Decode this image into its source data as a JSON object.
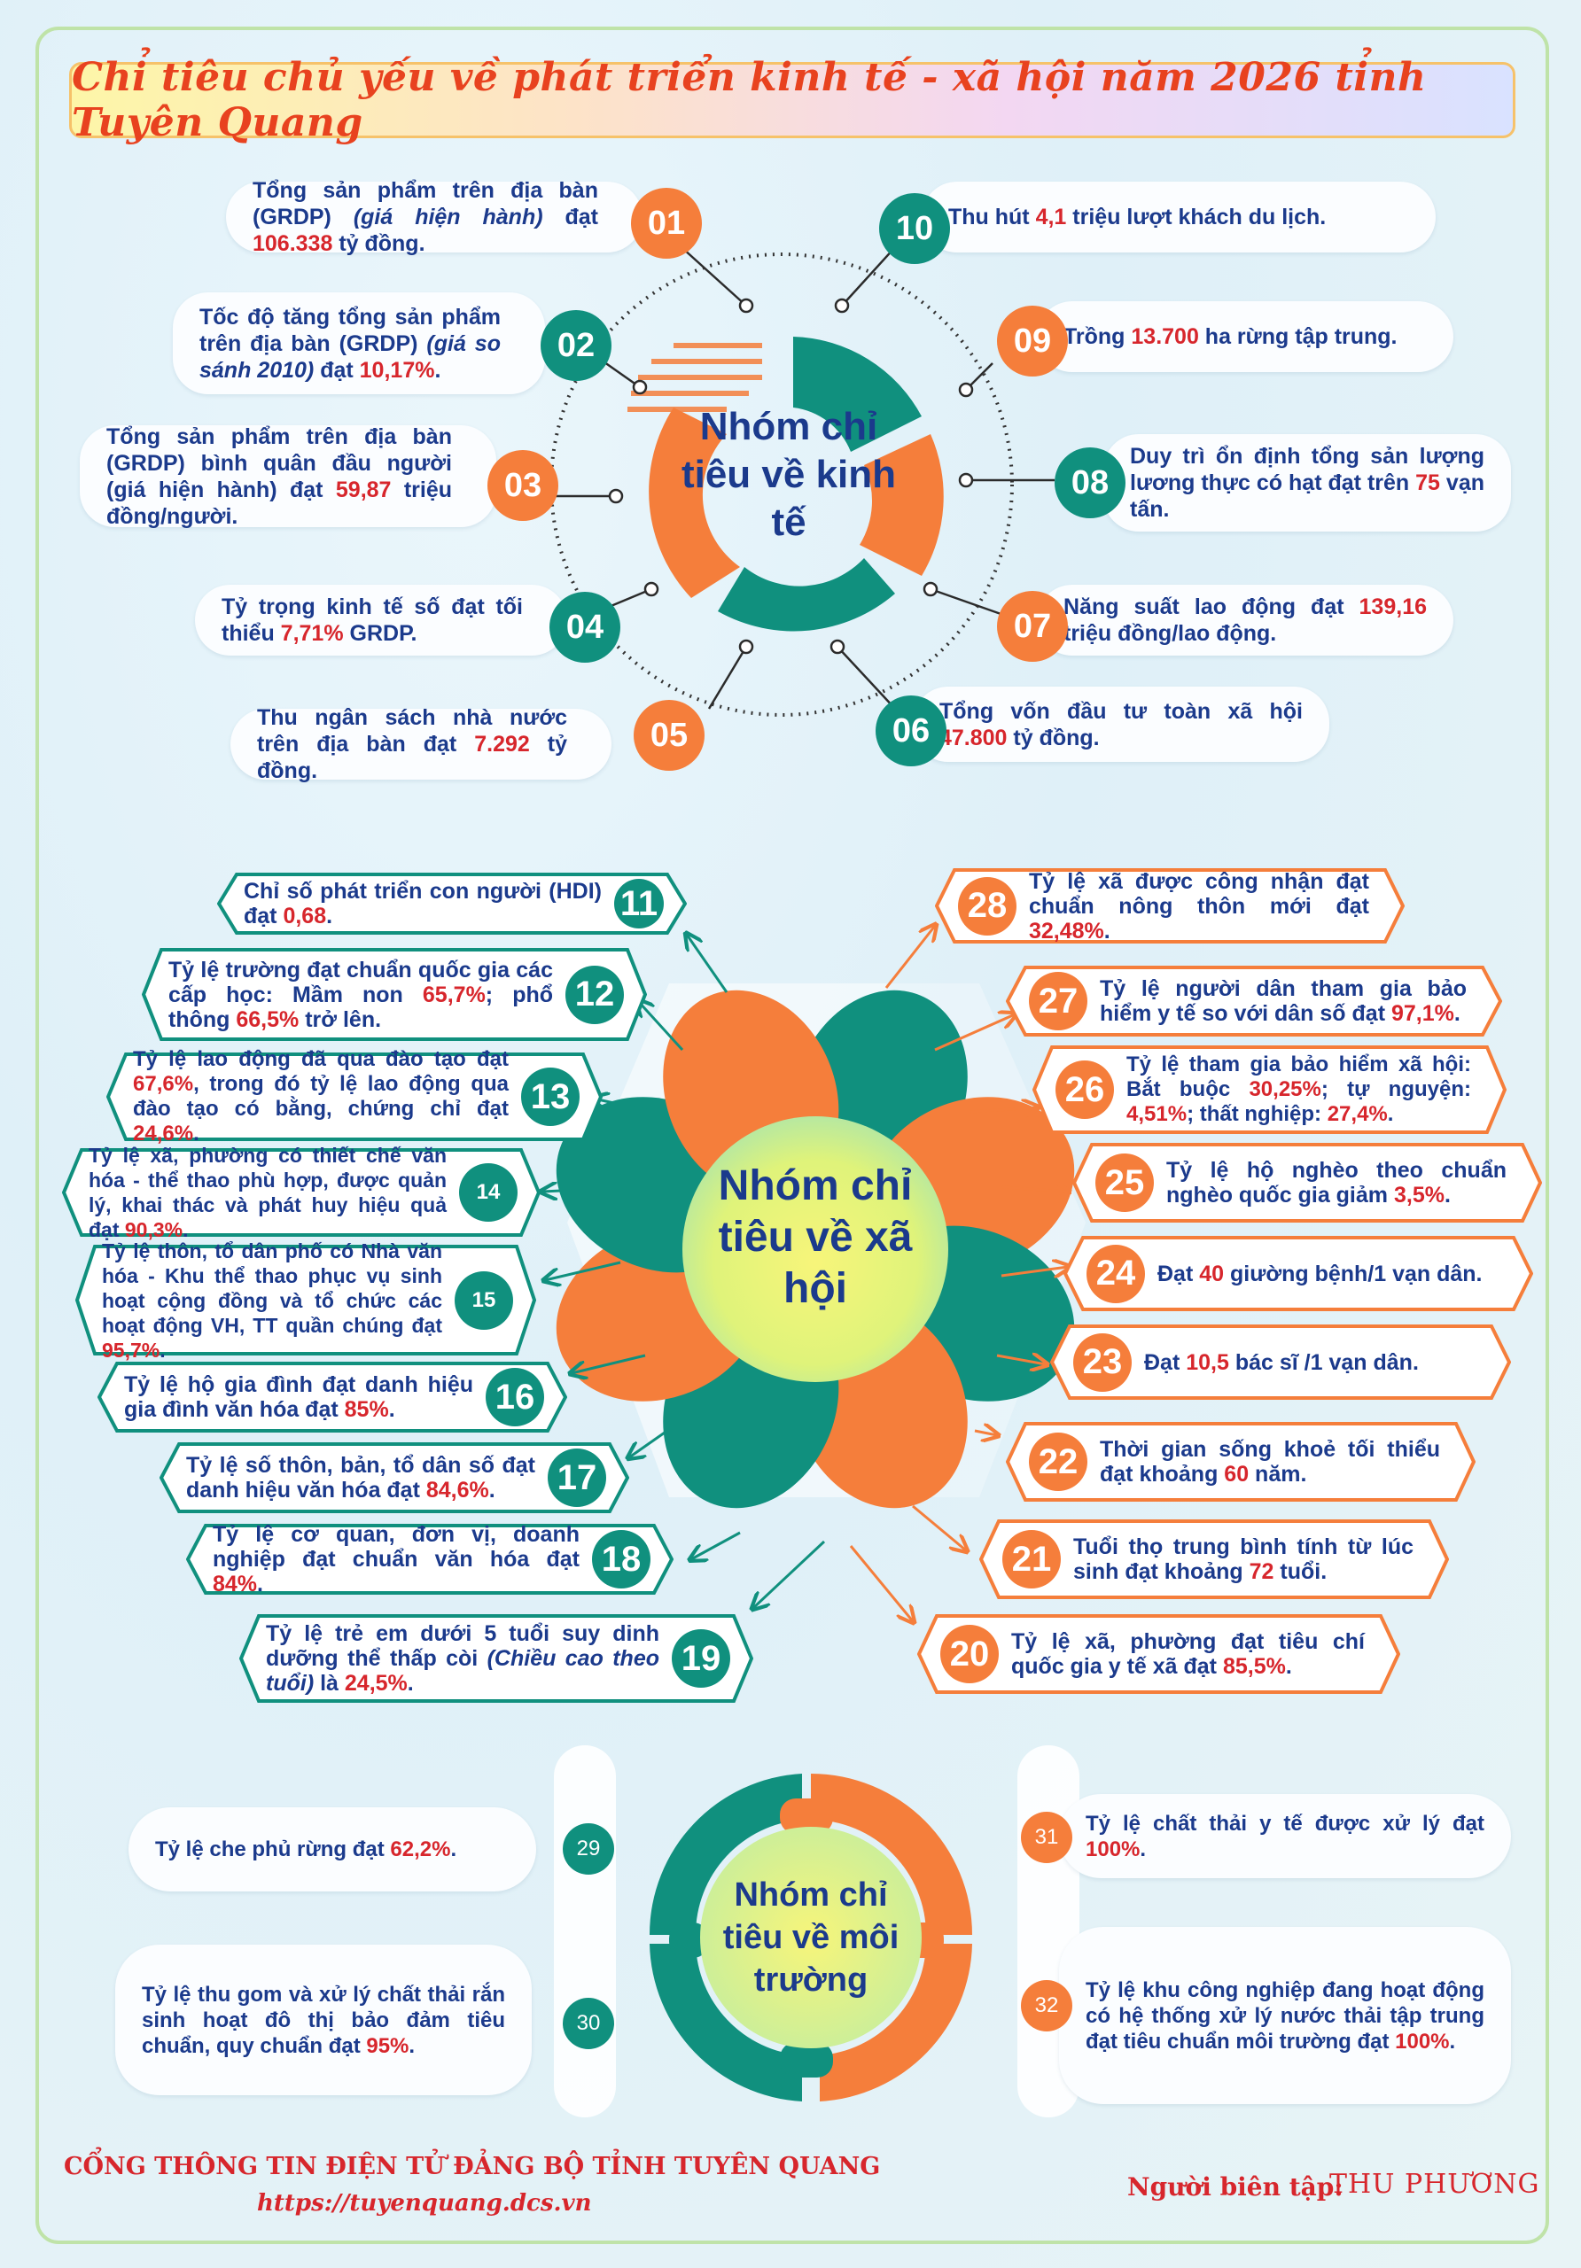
{
  "title": "Chỉ tiêu chủ yếu về phát triển kinh tế - xã hội năm 2026 tỉnh Tuyên Quang",
  "economic": {
    "label": "Nhóm chỉ tiêu về kinh tế",
    "items": [
      {
        "num": "01",
        "pre": "Tổng sản phẩm trên địa bàn (GRDP) ",
        "it": "(giá hiện hành)",
        "mid": " đạt ",
        "val": "106.338",
        "post": " tỷ đồng."
      },
      {
        "num": "02",
        "pre": "Tốc độ tăng tổng sản phẩm trên địa bàn (GRDP) ",
        "it": "(giá so sánh 2010)",
        "mid": " đạt ",
        "val": "10,17%",
        "post": "."
      },
      {
        "num": "03",
        "pre": "Tổng sản phẩm trên địa bàn (GRDP) bình quân đầu người (giá hiện hành) đạt ",
        "it": "",
        "mid": "",
        "val": "59,87",
        "post": " triệu đồng/người."
      },
      {
        "num": "04",
        "pre": "Tỷ trọng kinh tế số đạt tối thiểu ",
        "it": "",
        "mid": "",
        "val": "7,71%",
        "post": " GRDP."
      },
      {
        "num": "05",
        "pre": "Thu ngân sách nhà nước trên địa bàn đạt ",
        "it": "",
        "mid": "",
        "val": "7.292",
        "post": " tỷ đồng."
      },
      {
        "num": "06",
        "pre": "Tổng vốn đầu tư toàn xã hội ",
        "it": "",
        "mid": "",
        "val": "47.800",
        "post": " tỷ đồng."
      },
      {
        "num": "07",
        "pre": "Năng suất lao động đạt ",
        "it": "",
        "mid": "",
        "val": "139,16",
        "post": " triệu đồng/lao động."
      },
      {
        "num": "08",
        "pre": "Duy trì ổn định tổng sản lượng lương thực có hạt đạt trên ",
        "it": "",
        "mid": "",
        "val": "75",
        "post": " vạn tấn."
      },
      {
        "num": "09",
        "pre": "Trồng ",
        "it": "",
        "mid": "",
        "val": "13.700",
        "post": " ha rừng tập trung."
      },
      {
        "num": "10",
        "pre": "Thu hút ",
        "it": "",
        "mid": "",
        "val": "4,1",
        "post": " triệu lượt khách du lịch."
      }
    ]
  },
  "social": {
    "label": "Nhóm chỉ tiêu về xã hội",
    "items": [
      {
        "num": "11",
        "pre": "Chỉ số phát triển con người (HDI) đạt ",
        "it": "",
        "val": "0,68",
        "post": "."
      },
      {
        "num": "12",
        "pre": "Tỷ lệ trường đạt chuẩn quốc gia các cấp học: Mầm non ",
        "it": "",
        "val": "65,7%",
        "post": "; phổ thông ",
        "val2": "66,5%",
        "post2": " trở lên."
      },
      {
        "num": "13",
        "pre": "Tỷ lệ lao động đã qua đào tạo đạt ",
        "it": "",
        "val": "67,6%",
        "post": ", trong đó tỷ lệ lao động qua đào tạo có bằng, chứng chỉ đạt ",
        "val2": "24,6%",
        "post2": "."
      },
      {
        "num": "14",
        "pre": "Tỷ lệ xã, phường có thiết chế văn hóa - thể thao phù hợp, được quản lý, khai thác và phát huy hiệu quả đạt ",
        "it": "",
        "val": "90,3%",
        "post": "."
      },
      {
        "num": "15",
        "pre": "Tỷ lệ thôn, tổ dân phố có Nhà văn hóa - Khu thể thao phục vụ sinh hoạt cộng đồng và tổ chức các hoạt động VH, TT quần chúng đạt ",
        "it": "",
        "val": "95,7%",
        "post": "."
      },
      {
        "num": "16",
        "pre": "Tỷ lệ hộ gia đình đạt danh hiệu gia đình văn hóa đạt ",
        "it": "",
        "val": "85%",
        "post": "."
      },
      {
        "num": "17",
        "pre": "Tỷ lệ số thôn, bản, tổ dân số đạt danh hiệu văn hóa đạt ",
        "it": "",
        "val": "84,6%",
        "post": "."
      },
      {
        "num": "18",
        "pre": "Tỷ lệ cơ quan, đơn vị, doanh nghiệp đạt chuẩn văn hóa đạt ",
        "it": "",
        "val": "84%",
        "post": "."
      },
      {
        "num": "19",
        "pre": "Tỷ lệ trẻ em dưới 5 tuổi suy dinh dưỡng thể thấp còi ",
        "it": "(Chiều cao theo tuổi)",
        "val": "24,5%",
        "post": ".",
        "mid": " là "
      },
      {
        "num": "20",
        "pre": "Tỷ lệ xã, phường đạt tiêu chí quốc gia y tế xã đạt ",
        "it": "",
        "val": "85,5%",
        "post": "."
      },
      {
        "num": "21",
        "pre": "Tuổi thọ trung bình tính từ lúc sinh đạt khoảng ",
        "it": "",
        "val": "72",
        "post": " tuổi."
      },
      {
        "num": "22",
        "pre": "Thời gian sống khoẻ tối thiểu đạt khoảng ",
        "it": "",
        "val": "60",
        "post": " năm."
      },
      {
        "num": "23",
        "pre": "Đạt ",
        "it": "",
        "val": "10,5",
        "post": " bác sĩ /1 vạn dân."
      },
      {
        "num": "24",
        "pre": "Đạt ",
        "it": "",
        "val": "40",
        "post": " giường bệnh/1 vạn dân."
      },
      {
        "num": "25",
        "pre": "Tỷ lệ hộ nghèo theo chuẩn nghèo quốc gia giảm ",
        "it": "",
        "val": "3,5%",
        "post": "."
      },
      {
        "num": "26",
        "pre": "Tỷ lệ tham gia bảo hiểm xã hội: Bắt buộc ",
        "it": "",
        "val": "30,25%",
        "post": "; tự nguyện: ",
        "val2": "4,51%",
        "post2": "; thất nghiệp: ",
        "val3": "27,4%",
        "post3": "."
      },
      {
        "num": "27",
        "pre": "Tỷ lệ người dân tham gia bảo hiểm y tế so với dân số đạt ",
        "it": "",
        "val": "97,1%",
        "post": "."
      },
      {
        "num": "28",
        "pre": "Tỷ lệ xã được công nhận đạt chuẩn nông thôn mới đạt ",
        "it": "",
        "val": "32,48%",
        "post": "."
      }
    ]
  },
  "environment": {
    "label": "Nhóm chỉ tiêu về môi trường",
    "items": [
      {
        "num": "29",
        "pre": "Tỷ lệ che phủ rừng đạt ",
        "val": "62,2%",
        "post": "."
      },
      {
        "num": "30",
        "pre": "Tỷ lệ thu gom và xử lý chất thải rắn sinh hoạt đô thị bảo đảm tiêu chuẩn, quy chuẩn đạt ",
        "val": "95%",
        "post": "."
      },
      {
        "num": "31",
        "pre": "Tỷ lệ chất thải y tế được xử lý đạt ",
        "val": "100%",
        "post": "."
      },
      {
        "num": "32",
        "pre": "Tỷ lệ khu công nghiệp đang hoạt động có hệ thống xử lý nước thải tập trung đạt tiêu chuẩn môi trường đạt ",
        "val": "100%",
        "post": "."
      }
    ]
  },
  "footer": {
    "portal": "CỔNG THÔNG TIN ĐIỆN TỬ ĐẢNG BỘ TỈNH TUYÊN QUANG",
    "url": "https://tuyenquang.dcs.vn",
    "editor_label": "Người biên tập:",
    "editor_name": "THU PHƯƠNG"
  },
  "colors": {
    "orange": "#f57e3b",
    "teal": "#10907e",
    "text": "#1b3a8c",
    "highlight": "#d7262c",
    "title": "#e8421f"
  }
}
